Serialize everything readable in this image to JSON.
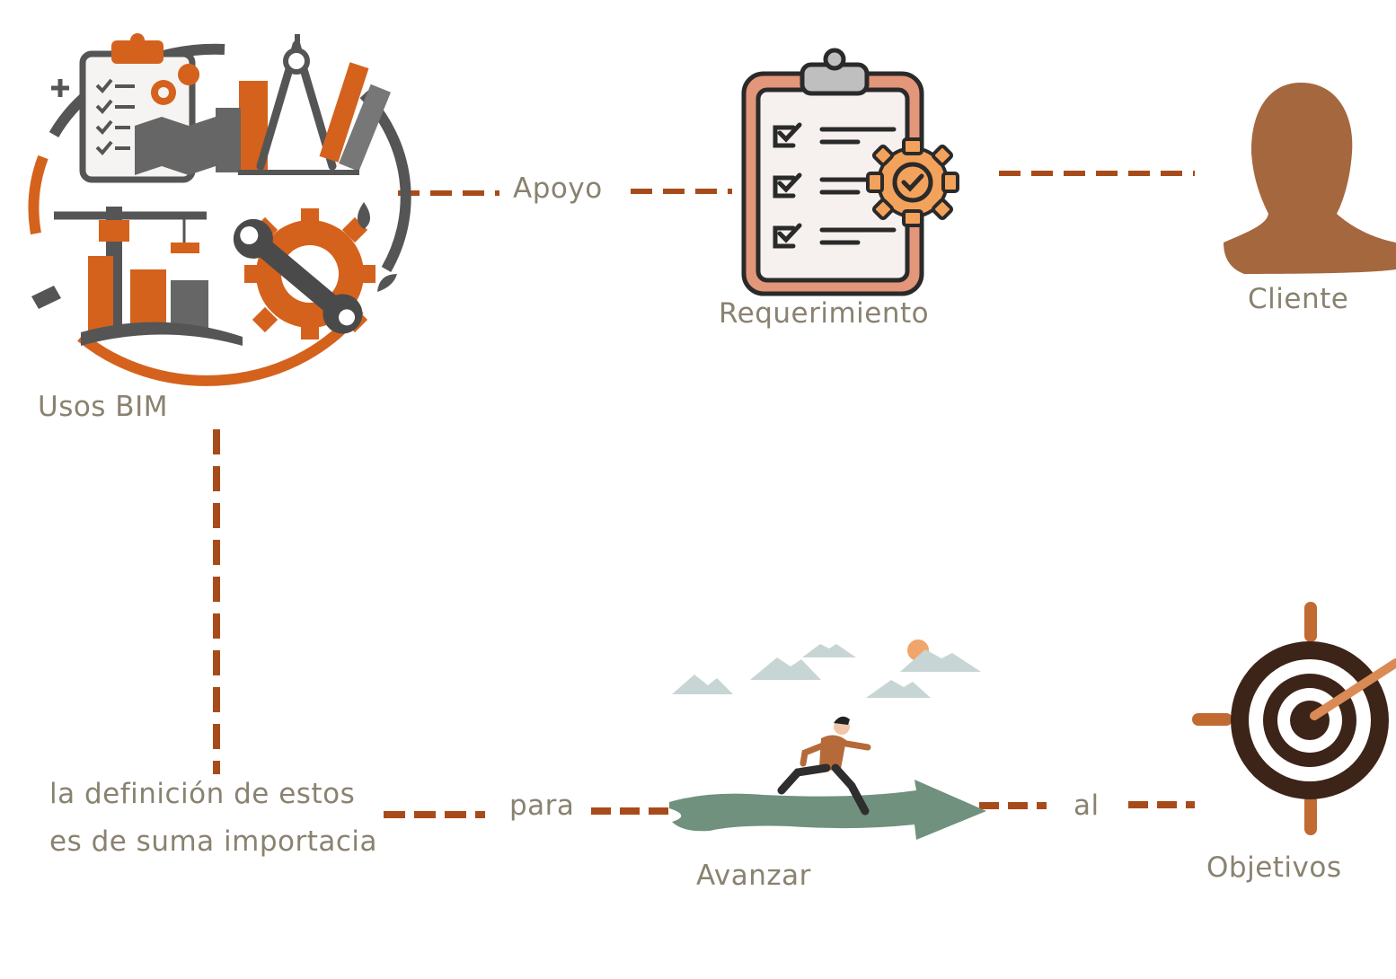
{
  "labels": {
    "usos_bim": "Usos BIM",
    "apoyo": "Apoyo",
    "requerimiento": "Requerimiento",
    "cliente": "Cliente",
    "definicion": "la definición de estos\nes de suma importacia",
    "para": "para",
    "al": "al",
    "avanzar": "Avanzar",
    "objetivos": "Objetivos"
  },
  "icons": {
    "bim_uses": "bim-uses-collage-icon",
    "requirement": "clipboard-checklist-gear-icon",
    "client": "person-silhouette-icon",
    "advance": "running-man-arrow-icon",
    "objectives": "target-arrow-icon"
  },
  "colors": {
    "text": "#8a8270",
    "connector": "#a84b1a",
    "orange": "#d4621d",
    "brown_person": "#a5673e",
    "target_dark": "#3d2418",
    "clipboard_frame": "#e3967a",
    "gear": "#f3a25c",
    "sage": "#6f917d"
  }
}
